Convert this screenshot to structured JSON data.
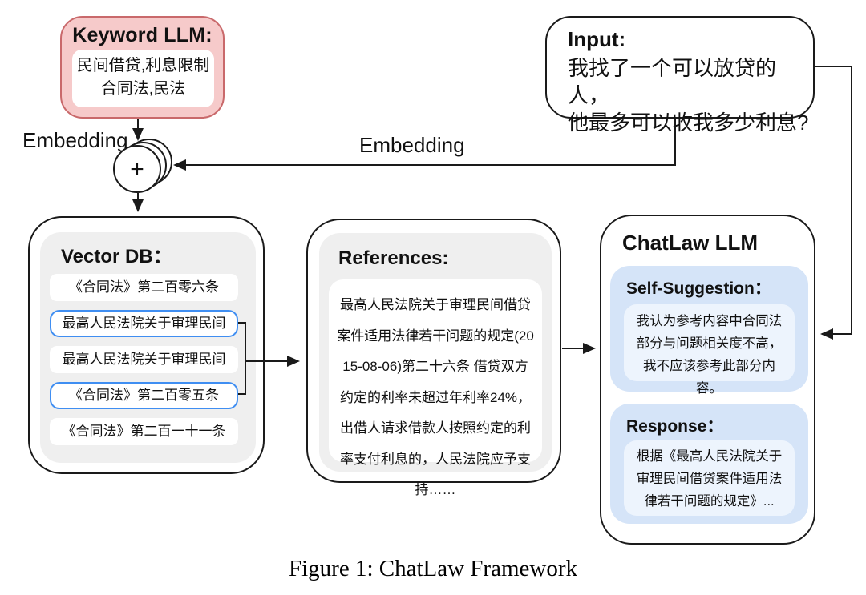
{
  "figure": {
    "caption": "Figure 1: ChatLaw Framework"
  },
  "labels": {
    "embedding_left": "Embedding",
    "embedding_right": "Embedding",
    "plus": "+"
  },
  "keyword_llm": {
    "title": "Keyword LLM:",
    "keywords": "民间借贷,利息限制\n合同法,民法"
  },
  "input": {
    "title": "Input:",
    "text": "我找了一个可以放贷的人，\n他最多可以收我多少利息?"
  },
  "vector_db": {
    "title": "Vector DB：",
    "items": [
      {
        "label": "《合同法》第二百零六条",
        "highlighted": false
      },
      {
        "label": "最高人民法院关于审理民间",
        "highlighted": true
      },
      {
        "label": "最高人民法院关于审理民间",
        "highlighted": false
      },
      {
        "label": "《合同法》第二百零五条",
        "highlighted": true
      },
      {
        "label": "《合同法》第二百一十一条",
        "highlighted": false
      }
    ]
  },
  "references": {
    "title": "References:",
    "text": "最高人民法院关于审理民间借贷案件适用法律若干问题的规定(2015-08-06)第二十六条 借贷双方约定的利率未超过年利率24%，出借人请求借款人按照约定的利率支付利息的，人民法院应予支持……"
  },
  "chatlaw": {
    "title": "ChatLaw LLM",
    "self_suggestion": {
      "title": "Self-Suggestion：",
      "text": "我认为参考内容中合同法部分与问题相关度不高，我不应该参考此部分内容。"
    },
    "response": {
      "title": "Response：",
      "text": "根据《最高人民法院关于审理民间借贷案件适用法律若干问题的规定》..."
    }
  },
  "colors": {
    "keyword_fill": "#f6caca",
    "keyword_border": "#c9696b",
    "highlight_border": "#3f8ef2",
    "panel_gray": "#efefef",
    "blue_section": "#d5e4f8",
    "blue_inner": "#edf4fd",
    "line": "#1a1a1a"
  }
}
